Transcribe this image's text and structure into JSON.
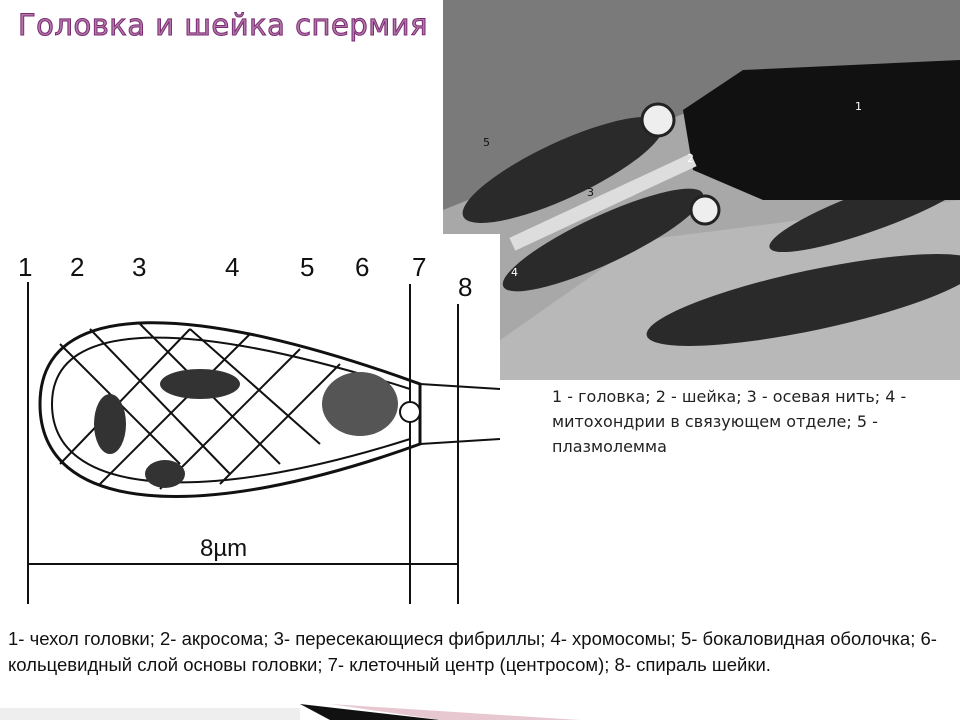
{
  "slide": {
    "title": "Головка и шейка спермия",
    "micrograph": {
      "labels": [
        "1",
        "2",
        "3",
        "4",
        "5"
      ],
      "caption": "1 - головка; 2 - шейка; 3 - осевая нить; 4 - митохондрии в связующем отделе; 5 - плазмолемма"
    },
    "diagram": {
      "labels": [
        "1",
        "2",
        "3",
        "4",
        "5",
        "6",
        "7",
        "8"
      ],
      "scale_label": "8µm",
      "caption": "1- чехол головки; 2- акросома; 3- пересекающиеся фибриллы; 4- хромосомы; 5- бокаловидная оболочка; 6- кольцевидный слой основы головки; 7- клеточный центр (центросом); 8- спираль шейки."
    }
  }
}
